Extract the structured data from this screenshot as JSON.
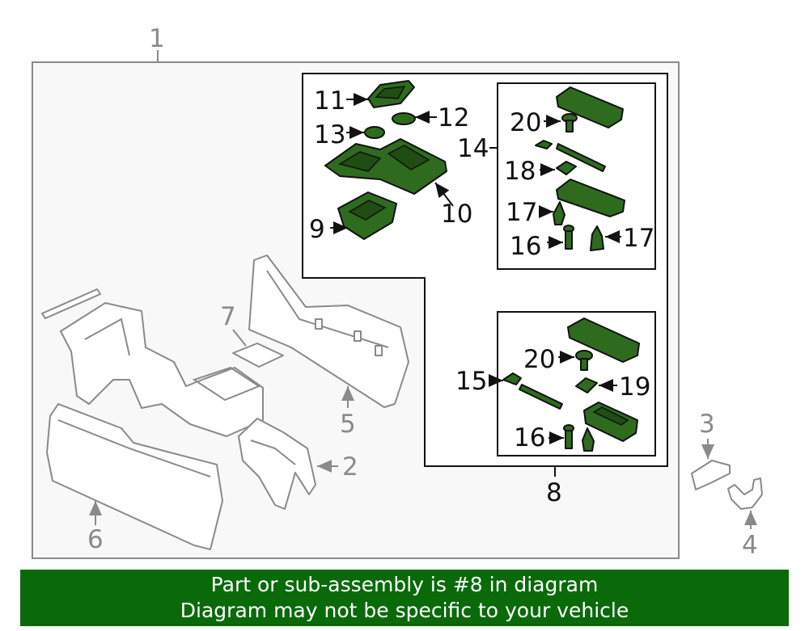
{
  "callouts": {
    "n1": "1",
    "n2": "2",
    "n3": "3",
    "n4": "4",
    "n5": "5",
    "n6": "6",
    "n7": "7",
    "n8": "8",
    "n9": "9",
    "n10": "10",
    "n11": "11",
    "n12": "12",
    "n13": "13",
    "n14": "14",
    "n15": "15",
    "n16a": "16",
    "n16b": "16",
    "n17a": "17",
    "n17b": "17",
    "n18": "18",
    "n19": "19",
    "n20a": "20",
    "n20b": "20"
  },
  "banner": {
    "line1": "Part or sub-assembly is #8 in diagram",
    "line2": "Diagram may not be specific to your vehicle"
  },
  "colors": {
    "highlight_part": "#2e6b1e",
    "banner_bg": "#0a6a0a",
    "gray_parts": "#8a8a8a"
  }
}
